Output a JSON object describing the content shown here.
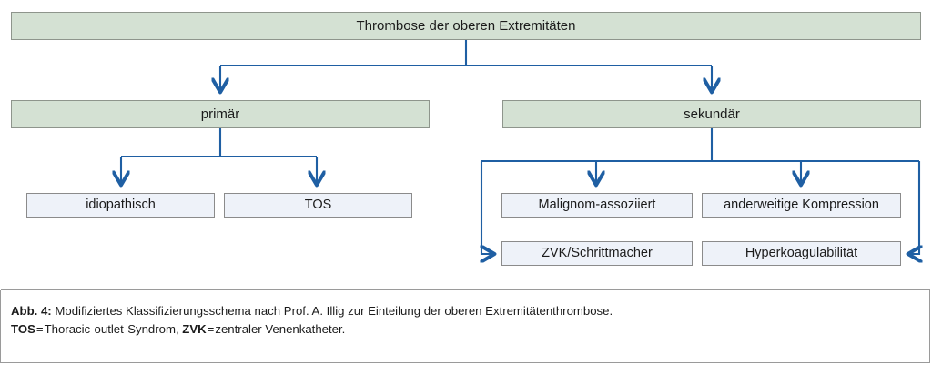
{
  "figure": {
    "id_label": "Abb. 4:",
    "caption_line1": "Modifiziertes Klassifizierungsschema nach Prof. A. Illig zur Einteilung der oberen Extremitätenthrombose.",
    "abbrev1_term": "TOS",
    "abbrev1_sep": "=",
    "abbrev1_def": "Thoracic-outlet-Syndrom,",
    "abbrev2_term": "ZVK",
    "abbrev2_sep": "=",
    "abbrev2_def": "zentraler Venenkatheter."
  },
  "colors": {
    "header_fill": "#d4e1d3",
    "header_border": "#8e958c",
    "leaf_fill": "#eef2f9",
    "leaf_border": "#8b8b8b",
    "connector": "#1f5fa3",
    "frame": "#9a9a9a",
    "text": "#1b1b1b"
  },
  "chart_data": {
    "type": "diagram",
    "title": "Thrombose der oberen Extremitäten",
    "orientation": "top-down",
    "levels": 3,
    "nodes": [
      {
        "id": "root",
        "label": "Thrombose der oberen Extremitäten",
        "level": 0,
        "style": "green"
      },
      {
        "id": "primary",
        "label": "primär",
        "level": 1,
        "style": "green"
      },
      {
        "id": "secondary",
        "label": "sekundär",
        "level": 1,
        "style": "green"
      },
      {
        "id": "idiopathic",
        "label": "idiopathisch",
        "level": 2,
        "style": "blue"
      },
      {
        "id": "tos",
        "label": "TOS",
        "level": 2,
        "style": "blue"
      },
      {
        "id": "malignant",
        "label": "Malignom-assoziiert",
        "level": 2,
        "style": "blue"
      },
      {
        "id": "compression",
        "label": "anderweitige Kompression",
        "level": 2,
        "style": "blue"
      },
      {
        "id": "cvc",
        "label": "ZVK/Schrittmacher",
        "level": 2,
        "style": "blue"
      },
      {
        "id": "hyper",
        "label": "Hyperkoagulabilität",
        "level": 2,
        "style": "blue"
      }
    ],
    "edges": [
      {
        "from": "root",
        "to": "primary"
      },
      {
        "from": "root",
        "to": "secondary"
      },
      {
        "from": "primary",
        "to": "idiopathic"
      },
      {
        "from": "primary",
        "to": "tos"
      },
      {
        "from": "secondary",
        "to": "malignant"
      },
      {
        "from": "secondary",
        "to": "compression"
      },
      {
        "from": "secondary",
        "to": "cvc"
      },
      {
        "from": "secondary",
        "to": "hyper"
      }
    ]
  }
}
